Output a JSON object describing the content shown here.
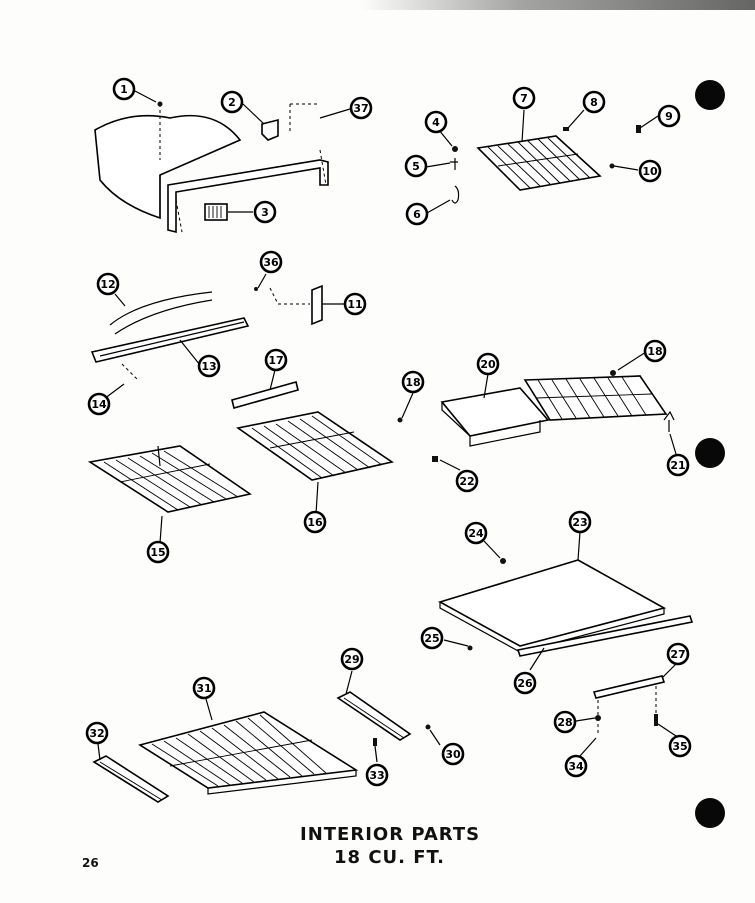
{
  "title": {
    "line1": "INTERIOR PARTS",
    "line2": "18 CU. FT."
  },
  "page_number": "26",
  "callouts": [
    {
      "id": "callout-1",
      "label": "1"
    },
    {
      "id": "callout-2",
      "label": "2"
    },
    {
      "id": "callout-3",
      "label": "3"
    },
    {
      "id": "callout-4",
      "label": "4"
    },
    {
      "id": "callout-5",
      "label": "5"
    },
    {
      "id": "callout-6",
      "label": "6"
    },
    {
      "id": "callout-7",
      "label": "7"
    },
    {
      "id": "callout-8",
      "label": "8"
    },
    {
      "id": "callout-9",
      "label": "9"
    },
    {
      "id": "callout-10",
      "label": "10"
    },
    {
      "id": "callout-11",
      "label": "11"
    },
    {
      "id": "callout-12",
      "label": "12"
    },
    {
      "id": "callout-13",
      "label": "13"
    },
    {
      "id": "callout-14",
      "label": "14"
    },
    {
      "id": "callout-15",
      "label": "15"
    },
    {
      "id": "callout-16",
      "label": "16"
    },
    {
      "id": "callout-17",
      "label": "17"
    },
    {
      "id": "callout-18a",
      "label": "18"
    },
    {
      "id": "callout-18b",
      "label": "18"
    },
    {
      "id": "callout-20",
      "label": "20"
    },
    {
      "id": "callout-21",
      "label": "21"
    },
    {
      "id": "callout-22",
      "label": "22"
    },
    {
      "id": "callout-23",
      "label": "23"
    },
    {
      "id": "callout-24",
      "label": "24"
    },
    {
      "id": "callout-25",
      "label": "25"
    },
    {
      "id": "callout-26",
      "label": "26"
    },
    {
      "id": "callout-27",
      "label": "27"
    },
    {
      "id": "callout-28",
      "label": "28"
    },
    {
      "id": "callout-29",
      "label": "29"
    },
    {
      "id": "callout-30",
      "label": "30"
    },
    {
      "id": "callout-31",
      "label": "31"
    },
    {
      "id": "callout-32",
      "label": "32"
    },
    {
      "id": "callout-33",
      "label": "33"
    },
    {
      "id": "callout-34",
      "label": "34"
    },
    {
      "id": "callout-35",
      "label": "35"
    },
    {
      "id": "callout-36",
      "label": "36"
    },
    {
      "id": "callout-37",
      "label": "37"
    }
  ]
}
